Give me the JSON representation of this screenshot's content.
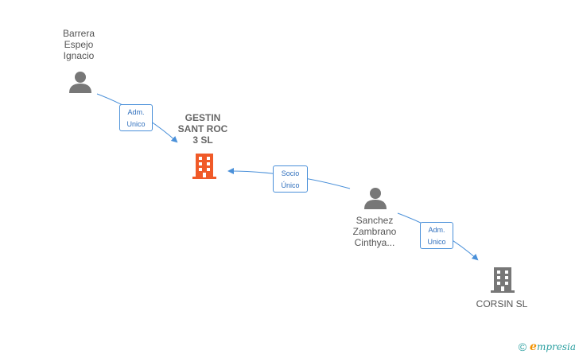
{
  "nodes": {
    "barrera": {
      "label": "Barrera\nEspejo\nIgnacio",
      "icon": "person-icon"
    },
    "gestin": {
      "label": "GESTIN\nSANT ROC\n3  SL",
      "icon": "building-icon",
      "color": "#f05a28"
    },
    "sanchez": {
      "label": "Sanchez\nZambrano\nCinthya...",
      "icon": "person-icon"
    },
    "corsin": {
      "label": "CORSIN  SL",
      "icon": "building-icon",
      "color": "#777777"
    }
  },
  "edges": {
    "barrera_gestin": {
      "label": "Adm.\nUnico"
    },
    "sanchez_gestin": {
      "label": "Socio\nÚnico"
    },
    "sanchez_corsin": {
      "label": "Adm.\nUnico"
    }
  },
  "footer": {
    "copyright_symbol": "©",
    "brand_initial": "e",
    "brand_rest": "mpresia"
  },
  "colors": {
    "edge": "#4a90d9",
    "person": "#777777"
  }
}
